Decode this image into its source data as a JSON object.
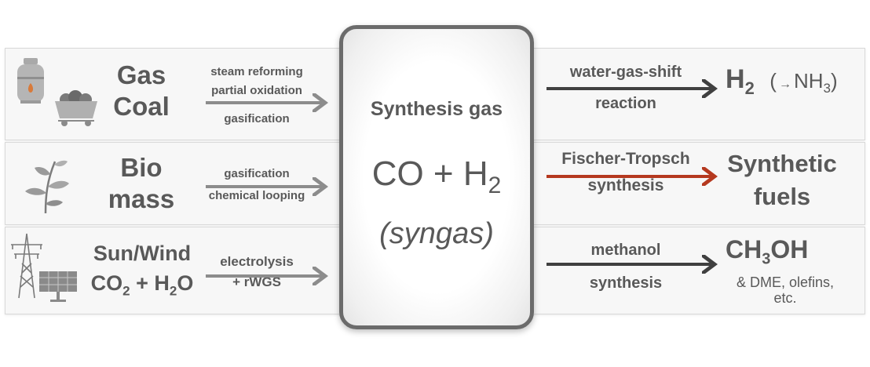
{
  "rows": [
    {
      "source_lines": [
        "Gas",
        "Coal"
      ],
      "process_lines": [
        "steam reforming",
        "partial oxidation",
        "gasification"
      ],
      "icons": [
        "gas-cylinder-icon",
        "coal-cart-icon"
      ]
    },
    {
      "source_lines": [
        "Bio",
        "mass"
      ],
      "process_lines": [
        "gasification",
        "chemical looping"
      ],
      "icons": [
        "plant-icon"
      ]
    },
    {
      "source_lines": [
        "Sun/Wind",
        "CO",
        "2",
        " + H",
        "2",
        "O"
      ],
      "process_lines": [
        "electrolysis",
        "+ rWGS"
      ],
      "icons": [
        "power-pylon-icon",
        "solar-panel-icon"
      ]
    }
  ],
  "center": {
    "title": "Synthesis gas",
    "formula_main": "CO + H",
    "formula_sub": "2",
    "alias": "(syngas)"
  },
  "outputs": [
    {
      "process_lines": [
        "water-gas-shift",
        "reaction"
      ],
      "product_main": "H",
      "product_sub": "2",
      "product_note_open": "(",
      "product_note_arrow": "→",
      "product_note_text": "NH",
      "product_note_sub": "3",
      "product_note_close": ")"
    },
    {
      "process_lines": [
        "Fischer-Tropsch",
        "synthesis"
      ],
      "product_lines": [
        "Synthetic",
        "fuels"
      ]
    },
    {
      "process_lines": [
        "methanol",
        "synthesis"
      ],
      "product_main_a": "CH",
      "product_main_sub": "3",
      "product_main_b": "OH",
      "product_extra_lines": [
        "& DME, olefins,",
        "etc."
      ]
    }
  ],
  "colors": {
    "arrow_gray": "#8c8c8c",
    "arrow_dark": "#404040",
    "arrow_red": "#b5391f",
    "text": "#595959"
  }
}
